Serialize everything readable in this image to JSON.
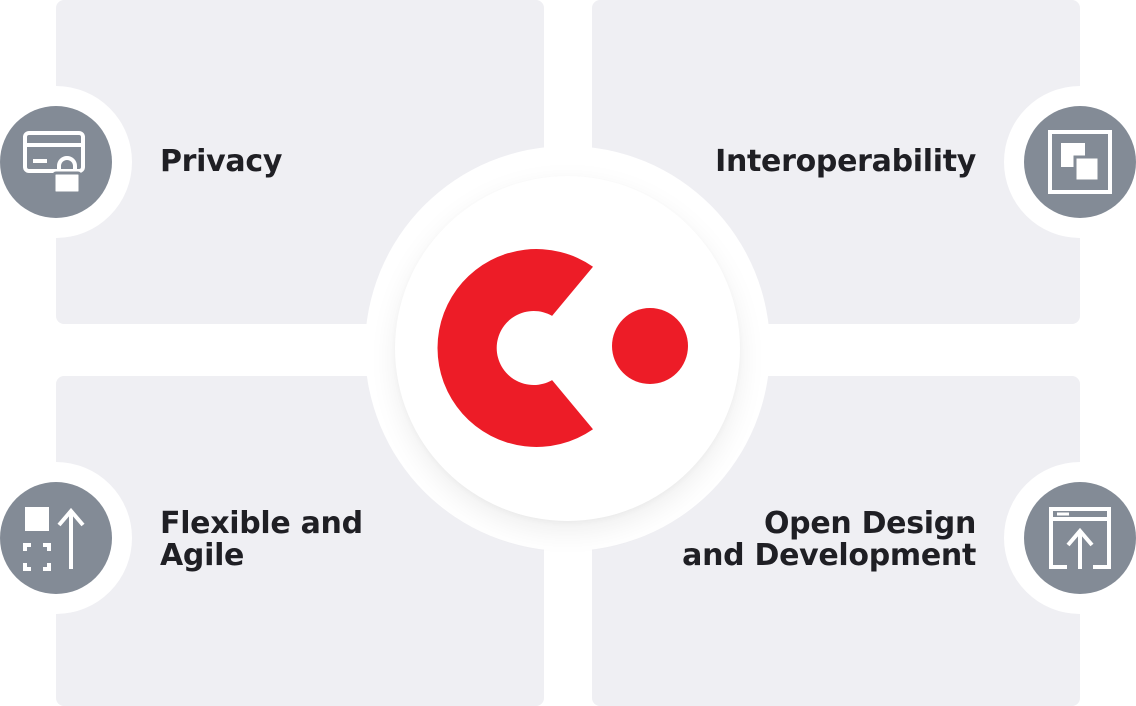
{
  "colors": {
    "panel": "#efeff3",
    "icon_disc": "#838b96",
    "logo_red": "#ed1c27",
    "text": "#1f1f24"
  },
  "features": {
    "privacy": {
      "label": "Privacy",
      "icon": "card-lock-icon"
    },
    "interoperability": {
      "label": "Interoperability",
      "icon": "layered-squares-icon"
    },
    "flexible": {
      "line1": "Flexible and",
      "line2": "Agile",
      "icon": "scale-up-icon"
    },
    "open": {
      "line1": "Open Design",
      "line2": "and Development",
      "icon": "window-upload-icon"
    }
  },
  "center": {
    "logo": "red-c-dot-logo"
  }
}
